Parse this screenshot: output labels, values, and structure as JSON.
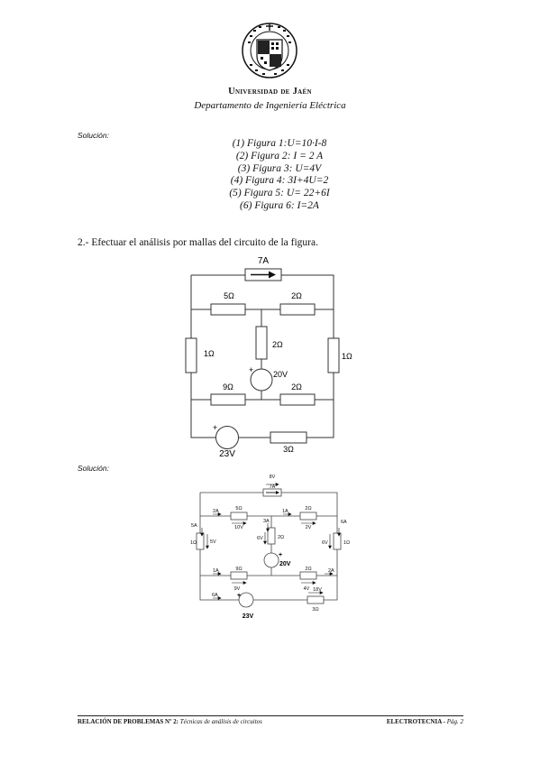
{
  "header": {
    "university": "Universidad de Jaén",
    "department": "Departamento de Ingeniería Eléctrica"
  },
  "solution_label_1": "Solución:",
  "solutions": [
    "(1) Figura 1:U=10·I-8",
    "(2) Figura 2: I = 2 A",
    "(3) Figura 3: U=4V",
    "(4) Figura 4: 3I+4U=2",
    "(5) Figura 5: U= 22+6I",
    "(6) Figura 6: I=2A"
  ],
  "problem_text": "2.- Efectuar el análisis por mallas del circuito de la figura.",
  "circuit1": {
    "source_current": "7A",
    "r_top_left": "5Ω",
    "r_top_right": "2Ω",
    "r_left": "1Ω",
    "r_center": "2Ω",
    "r_right": "1Ω",
    "vsource_center": "20V",
    "r_bottom_left": "9Ω",
    "r_bottom_right": "2Ω",
    "vsource_bottom": "23V",
    "r_bottom": "3Ω",
    "plus": "+"
  },
  "solution_label_2": "Solución:",
  "circuit2": {
    "v_7a": "8V",
    "source_current": "7A",
    "i_top_left": "2A",
    "r_top_left": "5Ω",
    "v_top_left": "10V",
    "i_center": "3A",
    "i_top_right": "1A",
    "r_top_right": "2Ω",
    "v_top_right": "2V",
    "i_left": "5A",
    "r_left": "1Ω",
    "v_left": "5V",
    "v_center": "6V",
    "r_center": "2Ω",
    "vsource_center": "20V",
    "v_right": "6V",
    "r_right": "1Ω",
    "i_right": "6A",
    "i_bottom_left": "1A",
    "r_bottom_left": "9Ω",
    "v_bottom_left": "9V",
    "r_bottom_right": "2Ω",
    "v_bottom_right": "4V",
    "i_bottom_right": "2A",
    "i_bottom": "6A",
    "vsource_bottom": "23V",
    "v_bottom_r": "18V",
    "r_bottom": "3Ω",
    "plus": "+"
  },
  "footer": {
    "left_bold": "RELACIÓN DE PROBLEMAS Nº 2:",
    "left_italic": "Técnicas de análisis de circuitos",
    "right_bold": "ELECTROTECNIA -",
    "right_italic": "Pág. 2"
  }
}
